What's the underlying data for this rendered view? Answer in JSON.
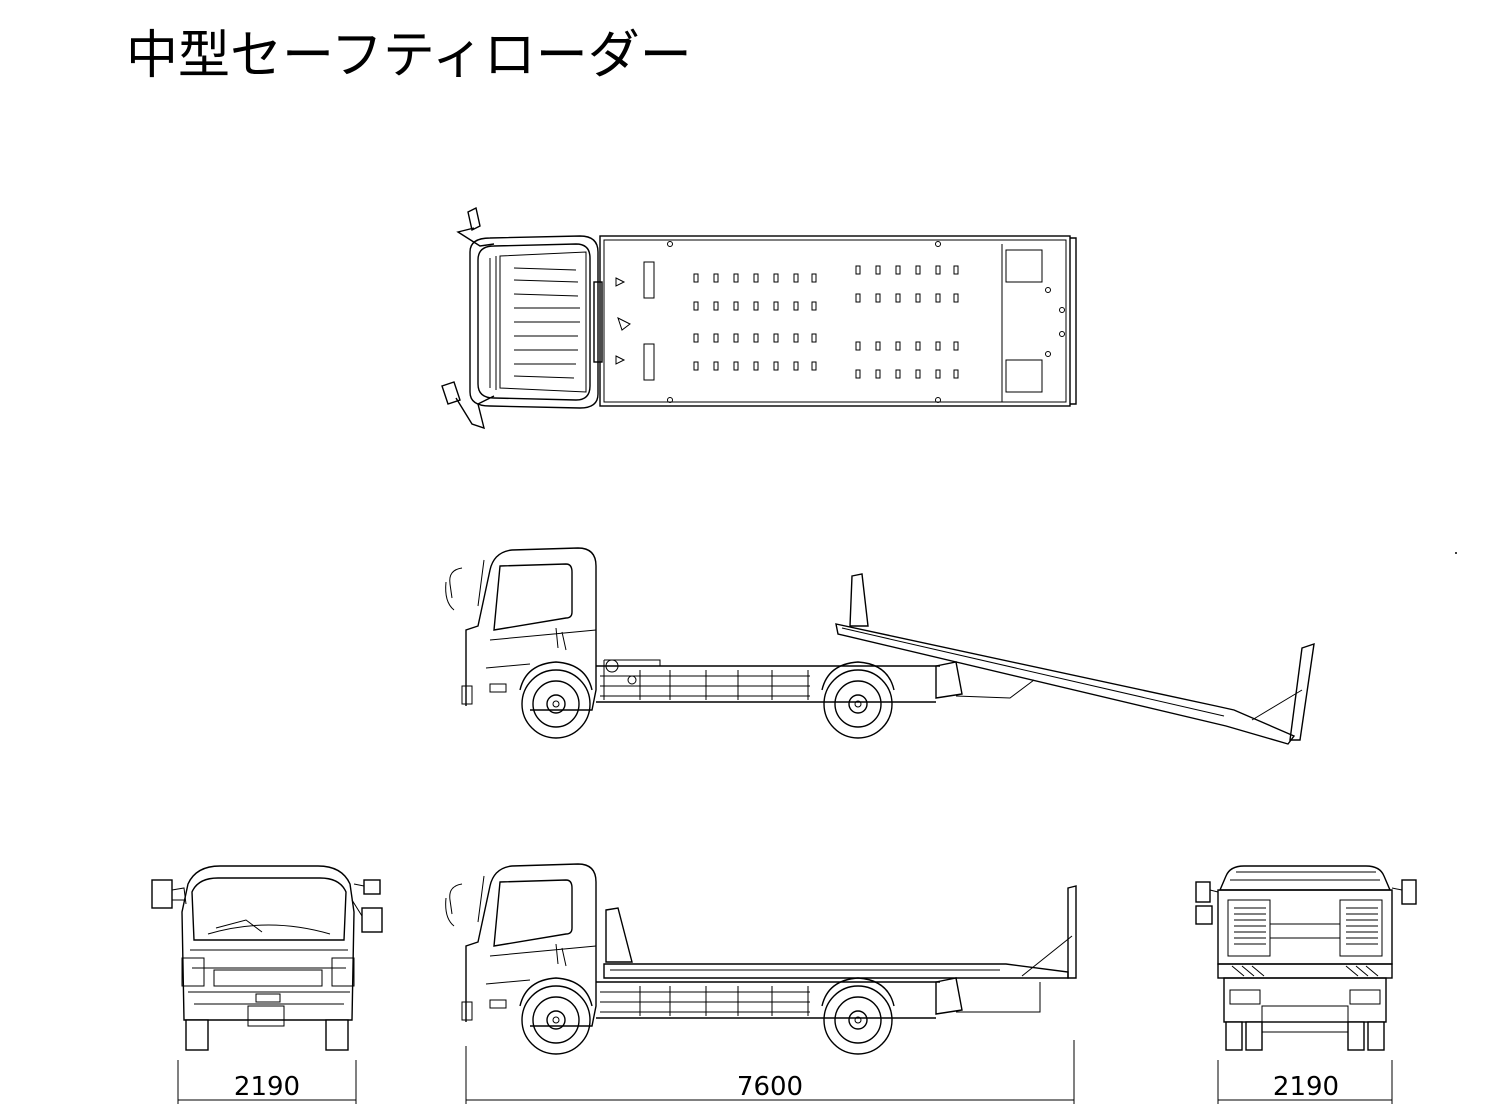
{
  "title": "中型セーフティローダー",
  "dimensions": {
    "front_width": "2190",
    "side_length": "7600",
    "rear_width": "2190"
  }
}
